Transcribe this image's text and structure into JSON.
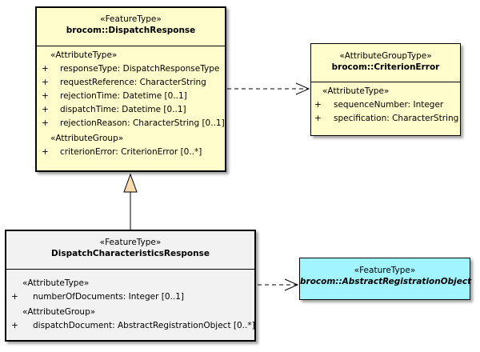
{
  "classes": {
    "dispatch_response": {
      "stereotype": "«FeatureType»",
      "name": "brocom::DispatchResponse",
      "groups": [
        {
          "label": "«AttributeType»",
          "attributes": [
            {
              "visibility": "+",
              "text": "responseType: DispatchResponseType"
            },
            {
              "visibility": "+",
              "text": "requestReference: CharacterString"
            },
            {
              "visibility": "+",
              "text": "rejectionTime: Datetime [0..1]"
            },
            {
              "visibility": "+",
              "text": "dispatchTime: Datetime [0..1]"
            },
            {
              "visibility": "+",
              "text": "rejectionReason: CharacterString [0..1]"
            }
          ]
        },
        {
          "label": "«AttributeGroup»",
          "attributes": [
            {
              "visibility": "+",
              "text": "criterionError: CriterionError [0..*]"
            }
          ]
        }
      ]
    },
    "criterion_error": {
      "stereotype": "«AttributeGroupType»",
      "name": "brocom::CriterionError",
      "groups": [
        {
          "label": "«AttributeType»",
          "attributes": [
            {
              "visibility": "+",
              "text": "sequenceNumber: Integer"
            },
            {
              "visibility": "+",
              "text": "specification: CharacterString"
            }
          ]
        }
      ]
    },
    "characteristics_response": {
      "stereotype": "«FeatureType»",
      "name": "DispatchCharacteristicsResponse",
      "groups": [
        {
          "label": "«AttributeType»",
          "attributes": [
            {
              "visibility": "+",
              "text": "numberOfDocuments: Integer [0..1]"
            }
          ]
        },
        {
          "label": "«AttributeGroup»",
          "attributes": [
            {
              "visibility": "+",
              "text": "dispatchDocument: AbstractRegistrationObject [0..*]"
            }
          ]
        }
      ]
    },
    "abstract_registration_object": {
      "stereotype": "«FeatureType»",
      "name": "brocom::AbstractRegistrationObject"
    }
  },
  "colors": {
    "feature_type_fill": "#fffdcc",
    "selected_fill": "#f2f2f2",
    "abstract_fill": "#a0f5ff",
    "generalization_arrow_fill": "#f8dcb0"
  },
  "relations": [
    {
      "type": "dependency",
      "from": "DispatchResponse",
      "to": "CriterionError"
    },
    {
      "type": "generalization",
      "from": "DispatchCharacteristicsResponse",
      "to": "DispatchResponse"
    },
    {
      "type": "dependency",
      "from": "DispatchCharacteristicsResponse",
      "to": "AbstractRegistrationObject"
    }
  ]
}
